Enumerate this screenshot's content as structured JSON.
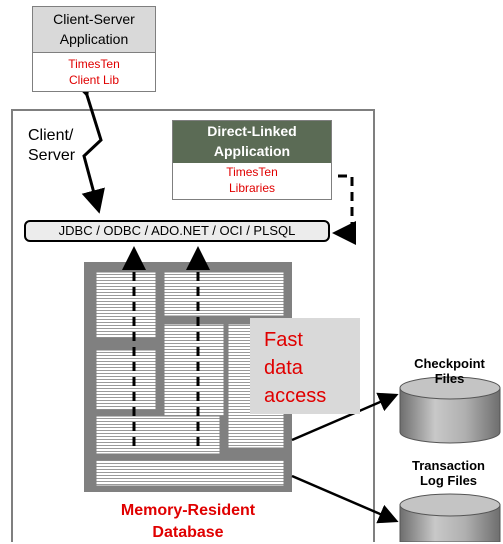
{
  "client_server_app": {
    "title_line1": "Client-Server",
    "title_line2": "Application",
    "lib_line1": "TimesTen",
    "lib_line2": "Client Lib"
  },
  "connection_label": {
    "line1": "Client/",
    "line2": "Server"
  },
  "direct_linked_app": {
    "title_line1": "Direct-Linked",
    "title_line2": "Application",
    "lib_line1": "TimesTen",
    "lib_line2": "Libraries"
  },
  "api_bar": {
    "label": "JDBC / ODBC / ADO.NET / OCI / PLSQL"
  },
  "fast_access": {
    "line1": "Fast",
    "line2": "data",
    "line3": "access"
  },
  "database": {
    "line1": "Memory-Resident",
    "line2": "Database"
  },
  "checkpoint_files": {
    "line1": "Checkpoint",
    "line2": "Files"
  },
  "transaction_log_files": {
    "line1": "Transaction",
    "line2": "Log Files"
  },
  "colors": {
    "red_text": "#e00000",
    "header_gray": "#d9d9d9",
    "header_green": "#5b6b55",
    "db_block": "#808080"
  }
}
